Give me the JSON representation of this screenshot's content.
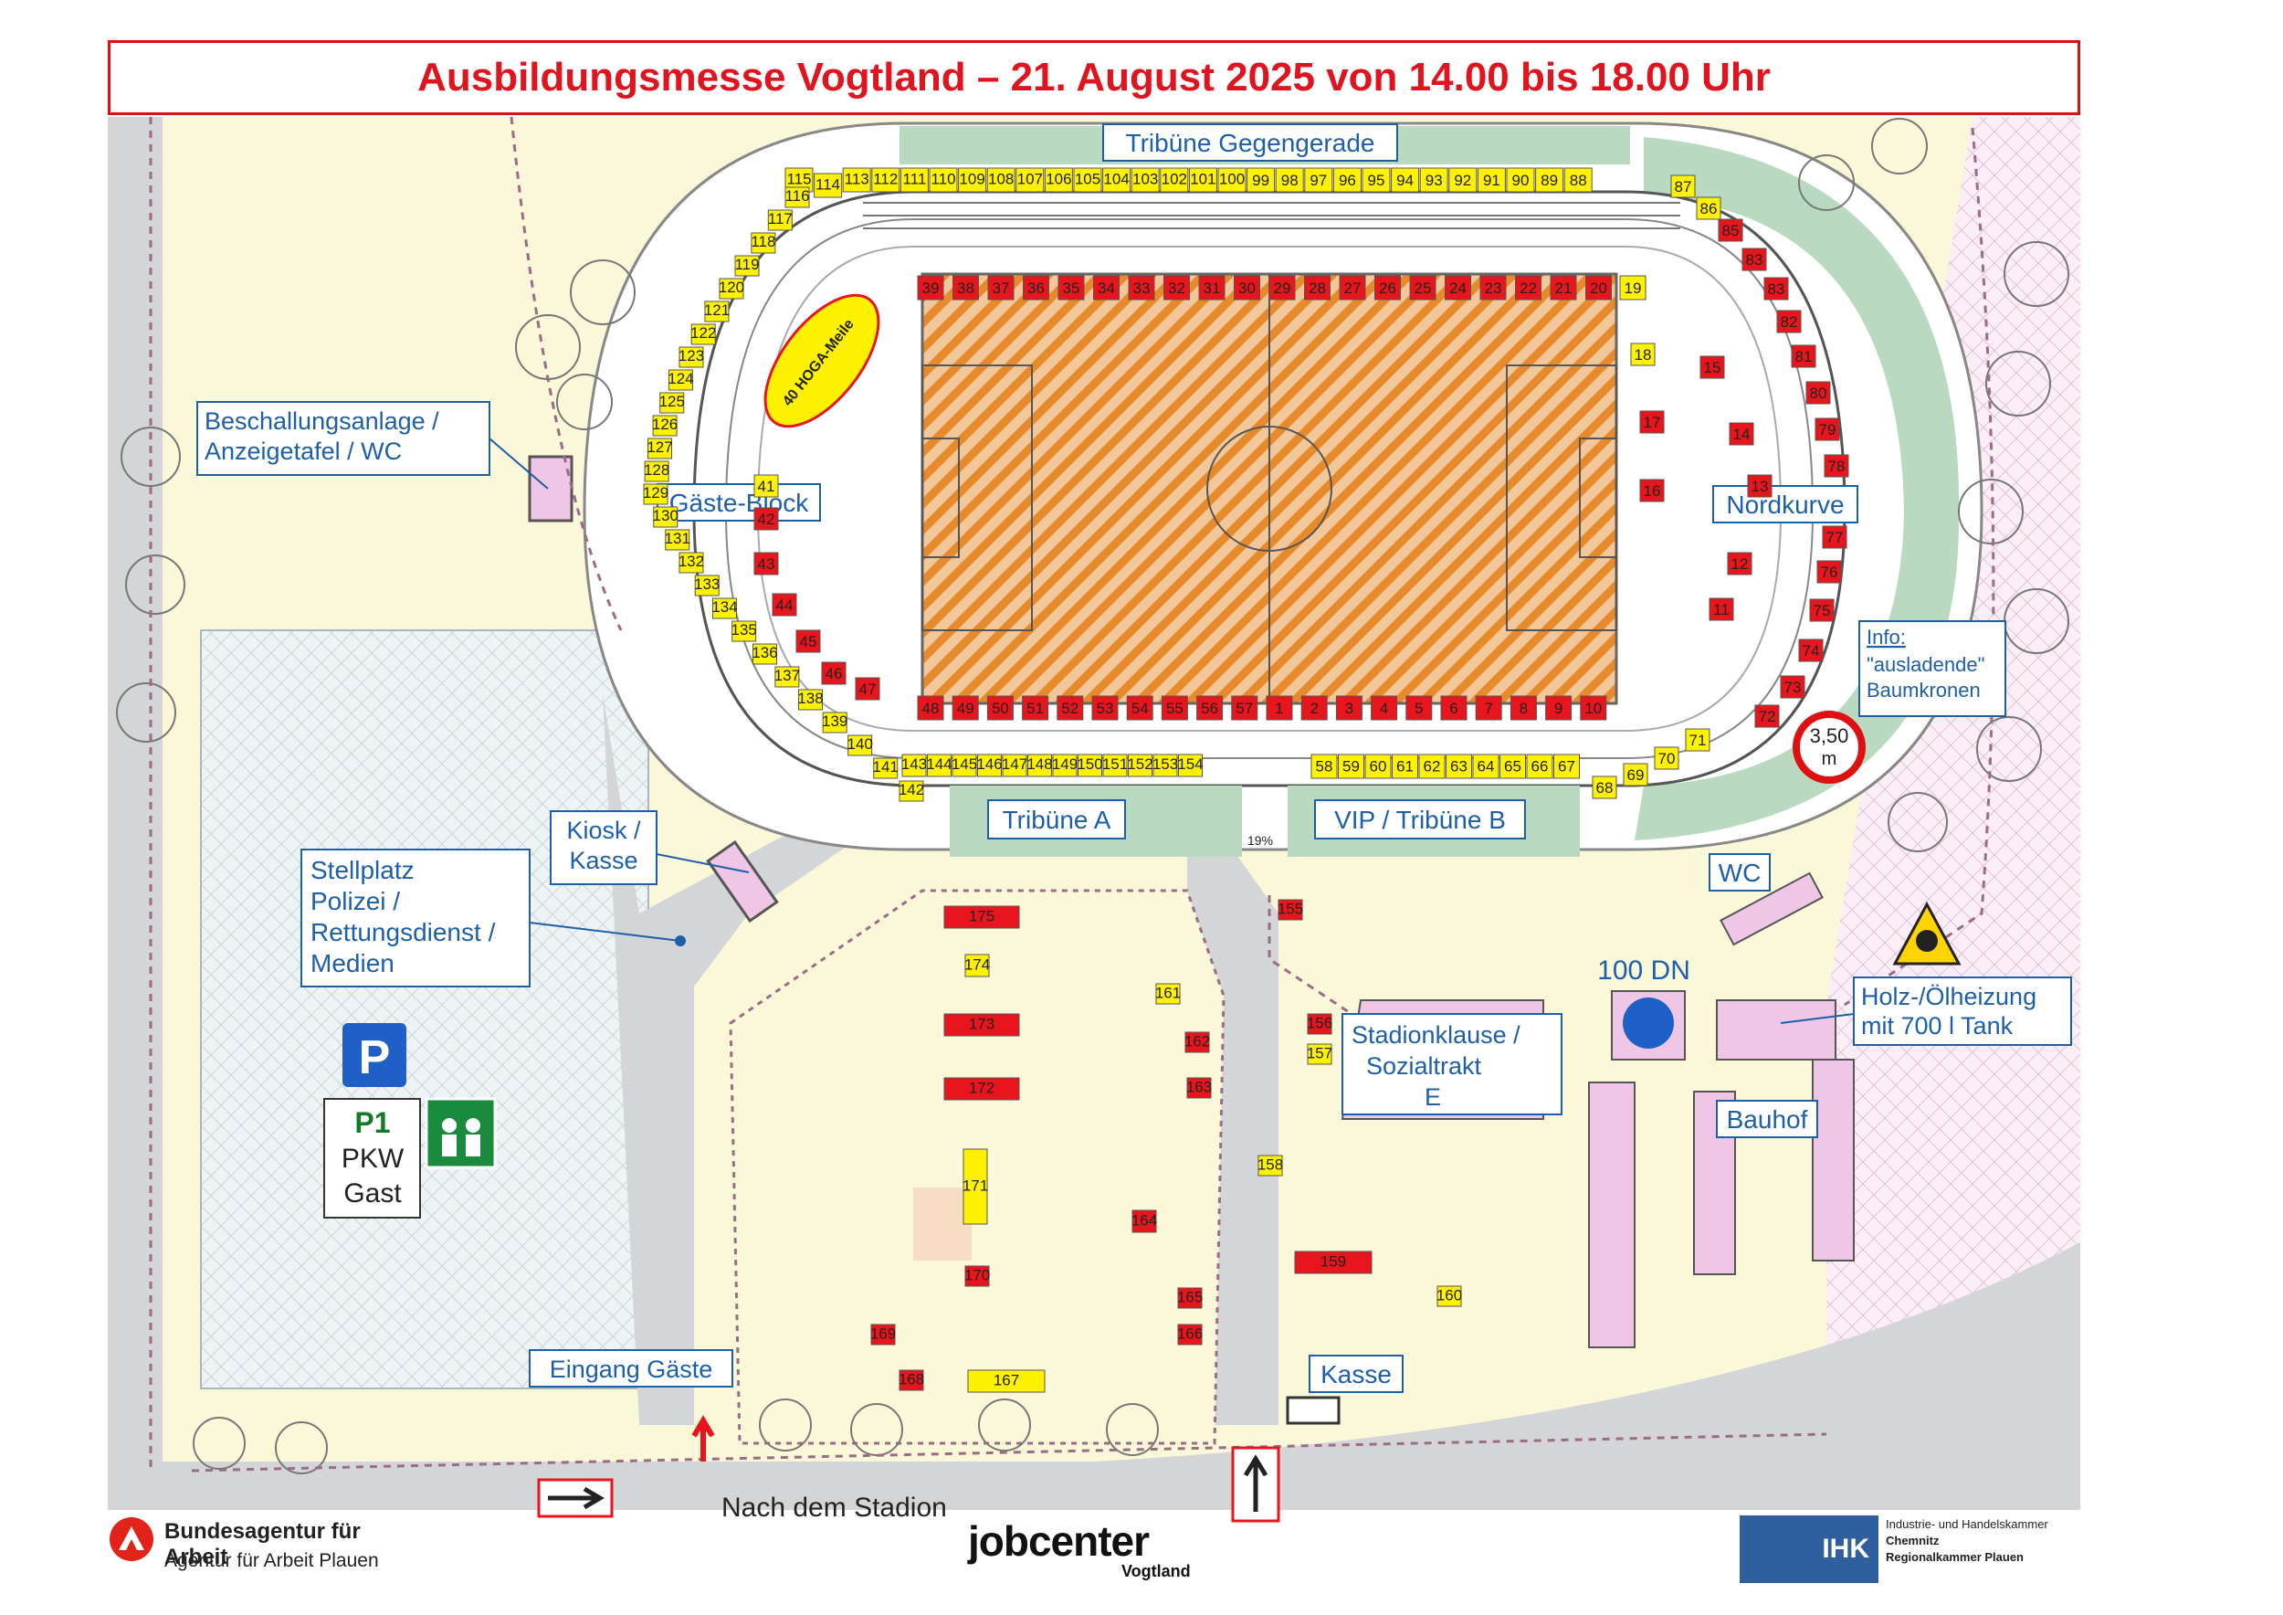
{
  "title": "Ausbildungsmesse Vogtland – 21. August 2025 von 14.00 bis 18.00 Uhr",
  "colors": {
    "title_red": "#e0141e",
    "label_blue": "#1d5fa8",
    "stand_red": "#e8161c",
    "stand_yellow": "#fff200",
    "grass": "#b9d9c0",
    "building": "#efc6e6",
    "parking": "#e6f0f4",
    "ground": "#fbf8da"
  },
  "labels": {
    "tribune_gegengerade": "Tribüne Gegengerade",
    "tribune_a": "Tribüne A",
    "vip_tribune_b": "VIP / Tribüne B",
    "gaeste_block": "Gäste-Block",
    "nordkurve": "Nordkurve",
    "hoga_meile": "40 HOGA-Meile",
    "beschallung_1": "Beschallungsanlage /",
    "beschallung_2": "Anzeigetafel / WC",
    "kiosk_1": "Kiosk /",
    "kiosk_2": "Kasse",
    "stellplatz_1": "Stellplatz",
    "stellplatz_2": "Polizei /",
    "stellplatz_3": "Rettungsdienst /",
    "stellplatz_4": "Medien",
    "parking_sign": "P",
    "p1_1": "P1",
    "p1_2": "PKW",
    "p1_3": "Gast",
    "eingang": "Eingang Gäste",
    "kasse": "Kasse",
    "street": "Nach dem Stadion",
    "wc": "WC",
    "dn": "100 DN",
    "heizung_1": "Holz-/Ölheizung",
    "heizung_2": "mit 700 l Tank",
    "stadionklause_1": "Stadionklause /",
    "stadionklause_2": "Sozialtrakt",
    "stadionklause_3": "E",
    "bauhof": "Bauhof",
    "info_1": "Info:",
    "info_2": "\"ausladende\"",
    "info_3": "Baumkronen",
    "height_1": "3,50",
    "height_2": "m",
    "slope": "19%"
  },
  "footer": {
    "ba_name": "Bundesagentur für Arbeit",
    "ba_sub": "Agentur für Arbeit Plauen",
    "jobcenter": "jobcenter",
    "jobcenter_sub": "Vogtland",
    "ihk_logo": "IHK",
    "ihk_1": "Industrie- und Handelskammer",
    "ihk_2": "Chemnitz",
    "ihk_3": "Regionalkammer Plauen"
  },
  "stands": {
    "top_yellow": [
      "115",
      "114",
      "113",
      "112",
      "111",
      "110",
      "109",
      "108",
      "107",
      "106",
      "105",
      "104",
      "103",
      "102",
      "101",
      "100",
      "99",
      "98",
      "97",
      "96",
      "95",
      "94",
      "93",
      "92",
      "91",
      "90",
      "89",
      "88"
    ],
    "top_red": [
      "39",
      "38",
      "37",
      "36",
      "35",
      "34",
      "33",
      "32",
      "31",
      "30",
      "29",
      "28",
      "27",
      "26",
      "25",
      "24",
      "23",
      "22",
      "21",
      "20"
    ],
    "top_red_end": "19",
    "bottom_red": [
      "48",
      "49",
      "50",
      "51",
      "52",
      "53",
      "54",
      "55",
      "56",
      "57",
      "1",
      "2",
      "3",
      "4",
      "5",
      "6",
      "7",
      "8",
      "9",
      "10"
    ],
    "bottom_yellow_left": [
      "143",
      "144",
      "145",
      "146",
      "147",
      "148",
      "149",
      "150",
      "151",
      "152",
      "153",
      "154"
    ],
    "bottom_yellow_right": [
      "58",
      "59",
      "60",
      "61",
      "62",
      "63",
      "64",
      "65",
      "66",
      "67"
    ],
    "left_arc": [
      "116",
      "117",
      "118",
      "119",
      "120",
      "121",
      "122",
      "123",
      "124",
      "125",
      "126",
      "127",
      "128",
      "129",
      "130",
      "131",
      "132",
      "133",
      "134",
      "135",
      "136",
      "137",
      "138",
      "139",
      "140",
      "141",
      "142"
    ],
    "inner_left_red": [
      "42",
      "43",
      "44",
      "45",
      "46",
      "47"
    ],
    "inner_left_yellow": "41",
    "right_arc_red": [
      "85",
      "83",
      "83",
      "82",
      "81",
      "80",
      "79",
      "78",
      "77",
      "76",
      "75",
      "74",
      "73",
      "72"
    ],
    "right_arc_yellow": [
      "87",
      "86",
      "71",
      "70",
      "69",
      "68"
    ],
    "inner_right_red": [
      "15",
      "17",
      "14",
      "16",
      "13",
      "12",
      "11"
    ],
    "inner_right_yellow": "18",
    "lower_red": [
      "175",
      "173",
      "172",
      "155",
      "159",
      "164",
      "165",
      "166",
      "169",
      "168",
      "170",
      "162",
      "163",
      "156"
    ],
    "lower_yellow": [
      "174",
      "171",
      "167",
      "161",
      "158",
      "160",
      "157"
    ]
  }
}
